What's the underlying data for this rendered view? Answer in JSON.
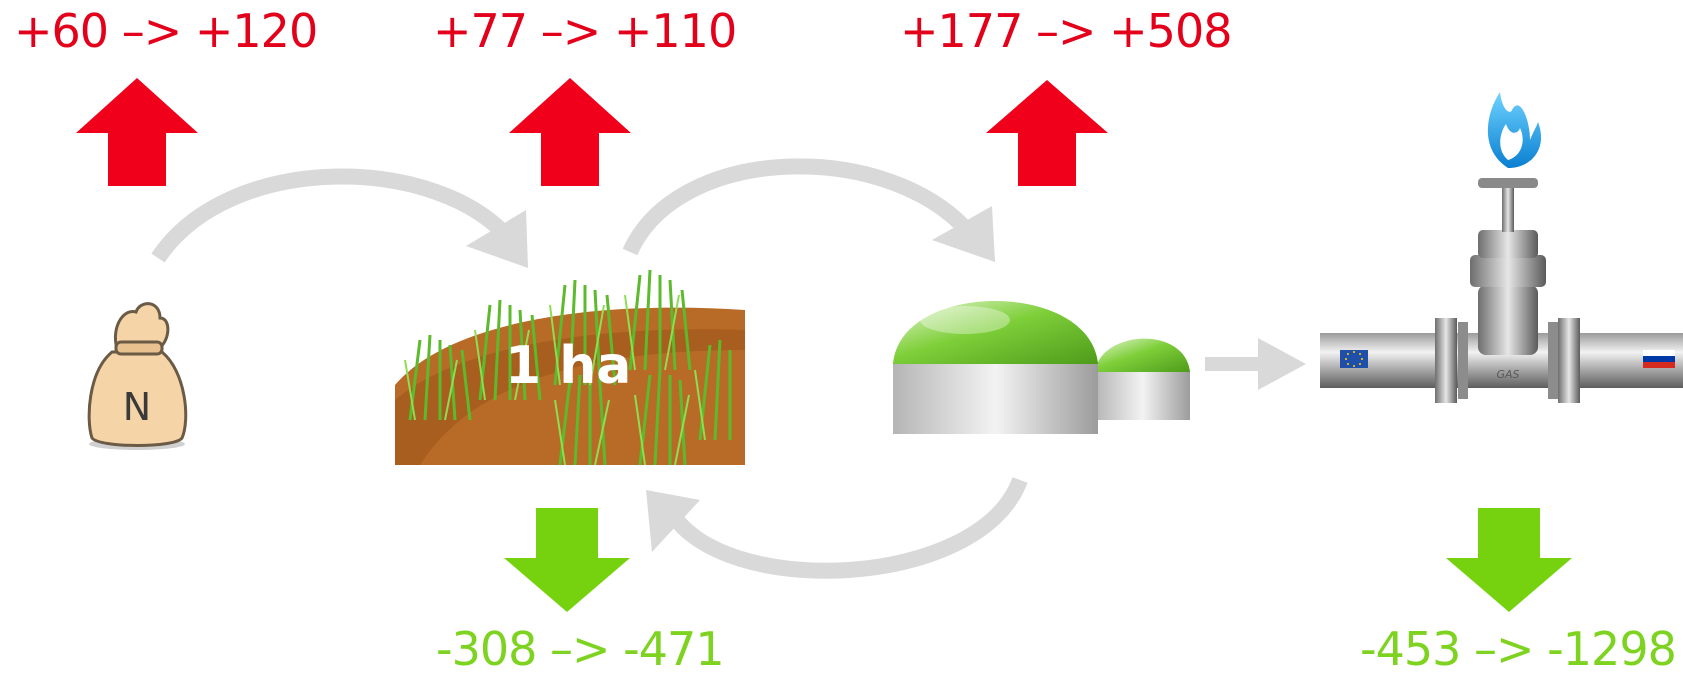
{
  "emissions": [
    {
      "label": "+60 –> +120",
      "color": "#e3001b"
    },
    {
      "label": "+77 –> +110",
      "color": "#e3001b"
    },
    {
      "label": "+177 –> +508",
      "color": "#e3001b"
    }
  ],
  "savings": [
    {
      "label": "-308 –> -471",
      "color": "#7ed321"
    },
    {
      "label": "-453 –> -1298",
      "color": "#7ed321"
    }
  ],
  "field": {
    "label": "1 ha"
  },
  "fertilizer": {
    "letter": "N"
  },
  "pipeline": {
    "label": "GAS"
  },
  "colors": {
    "up_arrow": "#f0001a",
    "down_arrow": "#76d10f",
    "flow_arrow": "#d9d9d9"
  }
}
